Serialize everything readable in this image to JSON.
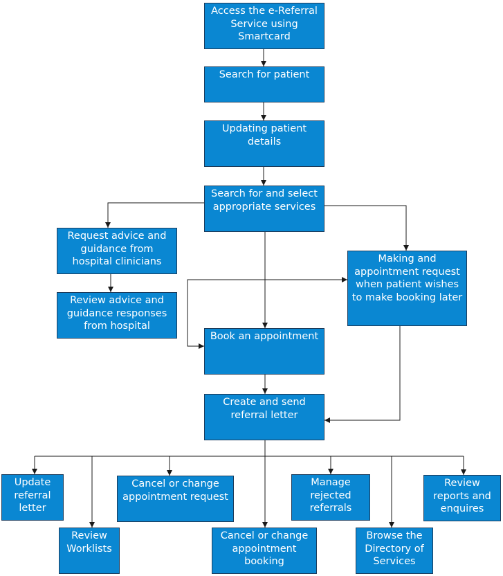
{
  "diagram": {
    "colors": {
      "box_fill": "#0a87d2",
      "box_border": "#1b3b5b",
      "text": "#ffffff",
      "connector": "#1a1a1a"
    },
    "nodes": {
      "access": "Access the e-Referral Service using Smartcard",
      "search_patient": "Search for patient",
      "update_details": "Updating patient details",
      "search_services": "Search for and select appropriate services",
      "request_advice": "Request advice and guidance from hospital clinicians",
      "review_advice": "Review advice and guidance responses from hospital",
      "making_request": "Making and appointment request when patient wishes to make booking later",
      "book_appointment": "Book an appointment",
      "create_letter": "Create and send referral letter",
      "update_letter": "Update referral letter",
      "review_worklists": "Review Worklists",
      "cancel_request": "Cancel or change appointment request",
      "cancel_booking": "Cancel or change appointment booking",
      "manage_rejected": "Manage rejected referrals",
      "browse_directory": "Browse the Directory of Services",
      "review_reports": "Review reports and enquires"
    }
  }
}
